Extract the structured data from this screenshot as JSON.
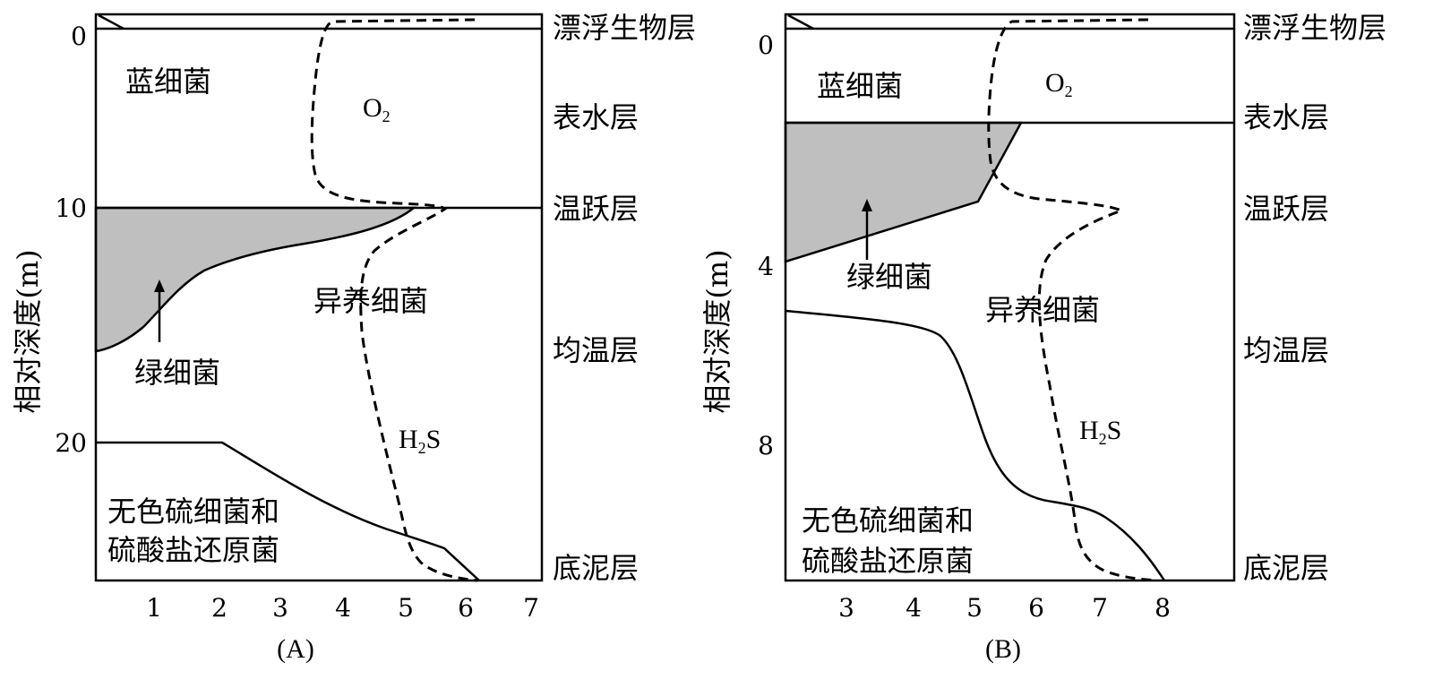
{
  "panels": {
    "a": {
      "caption": "(A)",
      "y_axis_title": "相对深度(m)",
      "y_ticks": [
        "0",
        "10",
        "20"
      ],
      "x_ticks": [
        "1",
        "2",
        "3",
        "4",
        "5",
        "6",
        "7"
      ],
      "layers": {
        "plankton": "漂浮生物层",
        "epilimnion": "表水层",
        "thermocline": "温跃层",
        "hypolimnion": "均温层",
        "sediment": "底泥层"
      },
      "regions": {
        "cyanobacteria": "蓝细菌",
        "green_bacteria": "绿细菌",
        "heterotrophic_bacteria": "异养细菌",
        "sulfur_bacteria_line1": "无色硫细菌和",
        "sulfur_bacteria_line2": "硫酸盐还原菌"
      },
      "curves": {
        "o2": {
          "base": "O",
          "sub": "2"
        },
        "h2s": {
          "base": "H",
          "sub": "2",
          "tail": "S"
        }
      }
    },
    "b": {
      "caption": "(B)",
      "y_axis_title": "相对深度(m)",
      "y_ticks": [
        "0",
        "4",
        "8"
      ],
      "x_ticks": [
        "3",
        "4",
        "5",
        "6",
        "7",
        "8"
      ],
      "layers": {
        "plankton": "漂浮生物层",
        "epilimnion": "表水层",
        "thermocline": "温跃层",
        "hypolimnion": "均温层",
        "sediment": "底泥层"
      },
      "regions": {
        "cyanobacteria": "蓝细菌",
        "green_bacteria": "绿细菌",
        "heterotrophic_bacteria": "异养细菌",
        "sulfur_bacteria_line1": "无色硫细菌和",
        "sulfur_bacteria_line2": "硫酸盐还原菌"
      },
      "curves": {
        "o2": {
          "base": "O",
          "sub": "2"
        },
        "h2s": {
          "base": "H",
          "sub": "2",
          "tail": "S"
        }
      }
    }
  },
  "colors": {
    "ink": "#000000",
    "green_bacteria_fill": "#bfbfbf",
    "background": "#ffffff"
  }
}
